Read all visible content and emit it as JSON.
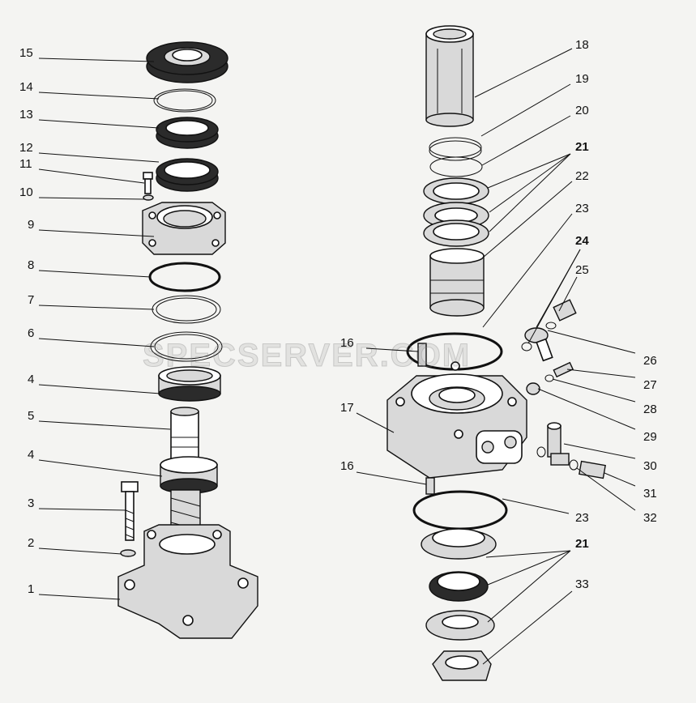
{
  "watermark": "SPECSERVER.COM",
  "callouts": {
    "c15": "15",
    "c14": "14",
    "c13": "13",
    "c12": "12",
    "c11": "11",
    "c10": "10",
    "c9": "9",
    "c8": "8",
    "c7": "7",
    "c6": "6",
    "c4a": "4",
    "c5": "5",
    "c4b": "4",
    "c3": "3",
    "c2": "2",
    "c1": "1",
    "c18": "18",
    "c19": "19",
    "c20": "20",
    "c21a": "21",
    "c22": "22",
    "c23a": "23",
    "c24": "24",
    "c25": "25",
    "c16a": "16",
    "c26": "26",
    "c27": "27",
    "c28": "28",
    "c17": "17",
    "c29": "29",
    "c16b": "16",
    "c30": "30",
    "c31": "31",
    "c32": "32",
    "c23b": "23",
    "c21b": "21",
    "c33": "33"
  }
}
